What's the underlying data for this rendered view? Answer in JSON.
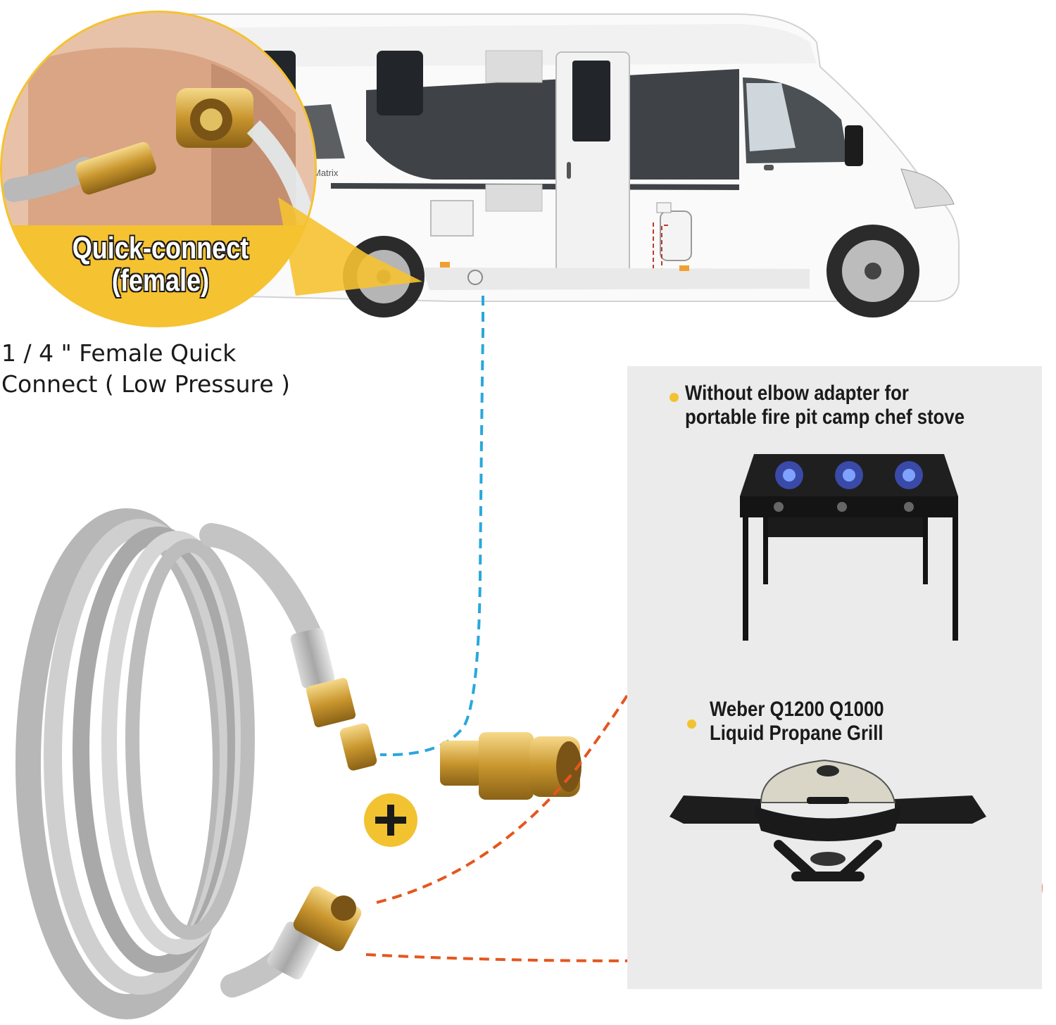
{
  "badge": {
    "line1": "Quick-connect",
    "line2": "(female)"
  },
  "connector_caption": {
    "line1": "1 / 4 \" Female Quick",
    "line2": "Connect ( Low Pressure )"
  },
  "panel": {
    "stove_note": {
      "line1": "Without elbow adapter for",
      "line2": "portable fire pit camp chef stove"
    },
    "grill_note": {
      "line1": "Weber Q1200 Q1000",
      "line2": "Liquid Propane Grill"
    }
  },
  "rv_model_text": "Matrix",
  "colors": {
    "accent_yellow": "#f2c230",
    "blue_dash": "#2aa7dc",
    "orange_dash": "#e5561e",
    "rv_dark_stripe": "#3f4347",
    "panel_bg": "#ebebeb"
  },
  "icons": {
    "plus_badge": "plus-icon"
  }
}
